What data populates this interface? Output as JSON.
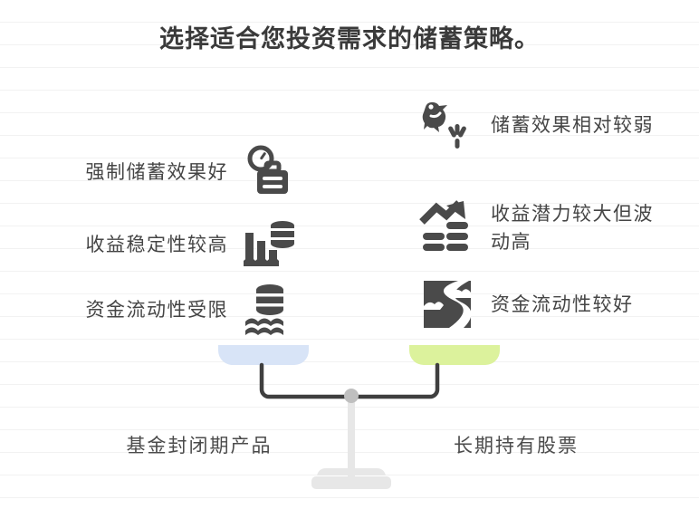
{
  "page": {
    "title": "选择适合您投资需求的储蓄策略。",
    "background_color": "#ffffff",
    "rule_line_color": "#f2f2f2",
    "text_color": "#454545",
    "icon_color": "#4a4a4a"
  },
  "left_side": {
    "pan_color": "#d8e4f7",
    "caption": "基金封闭期产品",
    "features": [
      {
        "label": "强制储蓄效果好",
        "icon": "clock-briefcase-icon"
      },
      {
        "label": "收益稳定性较高",
        "icon": "bar-chart-coins-icon"
      },
      {
        "label": "资金流动性受限",
        "icon": "coins-waves-icon"
      }
    ]
  },
  "right_side": {
    "pan_color": "#dcf29c",
    "caption": "长期持有股票",
    "features": [
      {
        "label": "储蓄效果相对较弱",
        "icon": "bird-flying-icon"
      },
      {
        "label": "收益潜力较大但波动高",
        "icon": "growth-arrow-chart-icon"
      },
      {
        "label": "资金流动性较好",
        "icon": "winding-river-icon"
      }
    ]
  },
  "scale": {
    "beam_color": "#3f3f3f",
    "pivot_color": "#bfbfbf",
    "stand_color": "#e7e7e7"
  }
}
